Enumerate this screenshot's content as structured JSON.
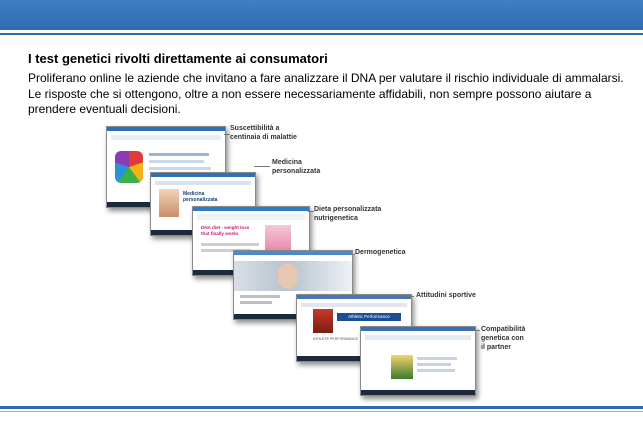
{
  "header": {
    "title": "I test genetici rivolti direttamente ai consumatori",
    "body_lines": [
      "Proliferano online le aziende che invitano a fare analizzare il DNA per valutare il rischio individuale di  ammalarsi.",
      "Le risposte che si ottengono, oltre a non essere necessariamente affidabili, non sempre possono aiutare a",
      "prendere eventuali decisioni."
    ]
  },
  "callouts": [
    {
      "line1": "Suscettibilità a",
      "line2": "centinaia di malattie",
      "line3": ""
    },
    {
      "line1": "Medicina",
      "line2": "personalizzata",
      "line3": ""
    },
    {
      "line1": "Dieta personalizzata",
      "line2": "nutrigenetica",
      "line3": ""
    },
    {
      "line1": "Dermogenetica",
      "line2": "",
      "line3": ""
    },
    {
      "line1": "Attitudini sportive",
      "line2": "",
      "line3": ""
    },
    {
      "line1": "Compatibilità",
      "line2": "genetica con",
      "line3": "il partner"
    }
  ],
  "screenshots": {
    "medicina_banner": "Medicina personalizzata",
    "dieta_headline": "DNA diet - weight loss that finally works",
    "sport_banner": "Athletic Performance",
    "sport_subtitle": "ATHLETE PERFORMANCE"
  },
  "colors": {
    "brand_blue": "#2f6bb0",
    "title_text": "#000000"
  }
}
